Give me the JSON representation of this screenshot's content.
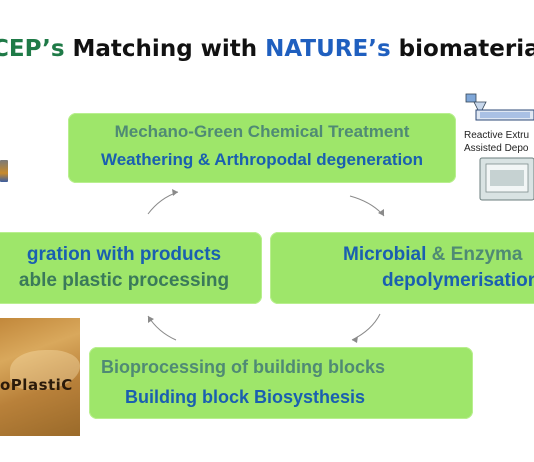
{
  "title": {
    "part1": "CEP’s",
    "part2": " Matching with ",
    "part3": "NATURE’s",
    "part4": " biomaterial life"
  },
  "boxes": {
    "top": {
      "line1": "Mechano-Green Chemical Treatment",
      "line2": "Weathering & Arthropodal degeneration"
    },
    "left": {
      "line1": "gration with products",
      "line2": "able plastic processing"
    },
    "right": {
      "line1_a": "Microbial",
      "line1_b": " & Enzyma",
      "line2": "depolymerisation"
    },
    "bottom": {
      "line1": "Bioprocessing of building blocks",
      "line2": "Building block Biosysthesis"
    }
  },
  "equipment": {
    "label1": "Reactive Extru",
    "label2": "Assisted Depo"
  },
  "photo": {
    "logo_text": "oPlastiC"
  },
  "colors": {
    "box_fill": "#9ee66a",
    "title_green": "#1f7a47",
    "title_blue": "#1f5fbf"
  }
}
